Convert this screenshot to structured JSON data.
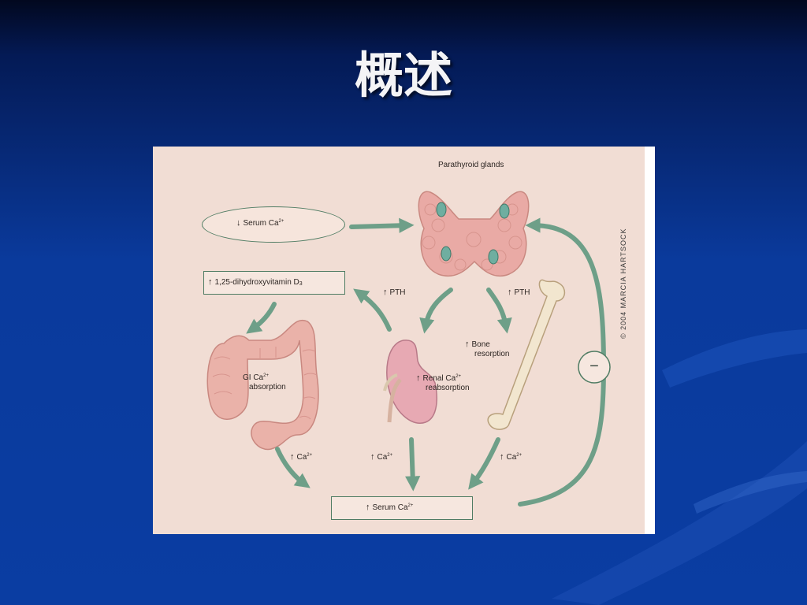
{
  "slide": {
    "title": "概述"
  },
  "figure": {
    "labels": {
      "parathyroid": "Parathyroid glands",
      "serum_low": "Serum Ca",
      "serum_low_sup": "2+",
      "vitamin": "1,25-dihydroxyvitamin D",
      "vitamin_sub": "3",
      "pth_left": "PTH",
      "pth_right": "PTH",
      "bone_1": "Bone",
      "bone_2": "resorption",
      "gi_1": "GI Ca",
      "gi_sup": "2+",
      "gi_2": "absorption",
      "renal_1": "Renal Ca",
      "renal_sup": "2+",
      "renal_2": "reabsorption",
      "ca_gut": "Ca",
      "ca_kidney": "Ca",
      "ca_bone": "Ca",
      "ca_sup": "2+",
      "serum_high": "Serum Ca",
      "serum_high_sup": "2+",
      "minus": "−"
    },
    "credit": "© 2004 MARCIA HARTSOCK",
    "icons": {
      "increase": "up-arrow-icon",
      "decrease": "down-arrow-icon"
    },
    "colors": {
      "arrow": "#6e9f88",
      "organ": "#eab2a9",
      "box_border": "#4f7c63",
      "gland_nodule": "#6faea0",
      "background": "#f1ddd4"
    }
  }
}
